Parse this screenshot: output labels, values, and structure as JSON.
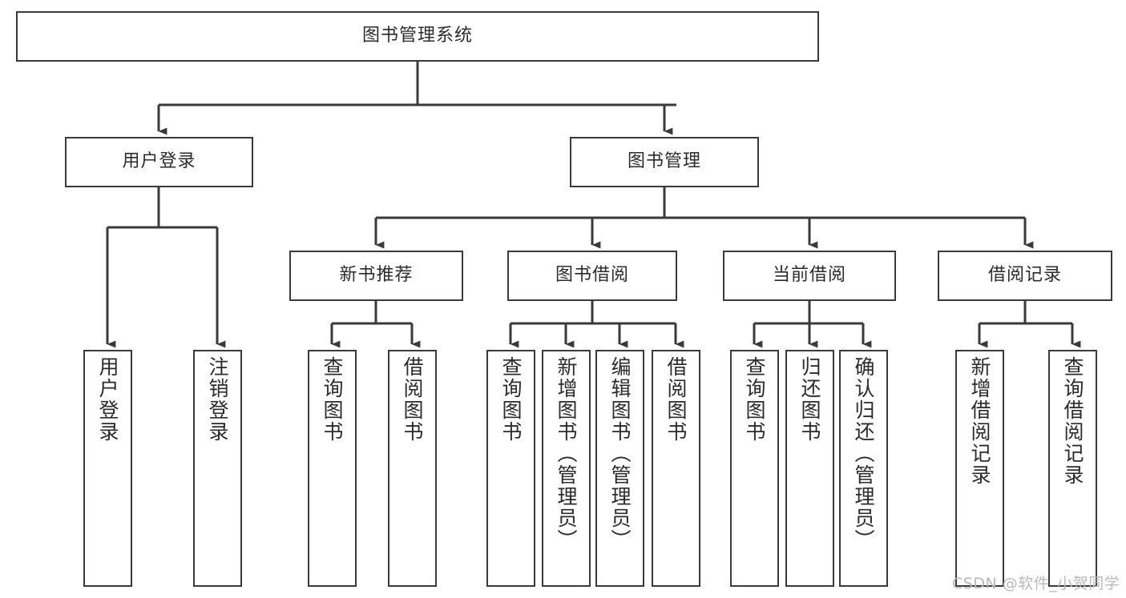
{
  "diagram": {
    "title": "图书管理系统",
    "type": "hierarchy-tree",
    "orientation": "top-down",
    "style": {
      "box_border_color": "#3a3a3a",
      "box_fill_color": "#ffffff",
      "connector_color": "#3a3a3a",
      "text_color": "#2b2b2b",
      "background": "#ffffff"
    },
    "root": {
      "id": "root",
      "label": "图书管理系统",
      "text_orientation": "horizontal"
    },
    "level2": [
      {
        "id": "user-login",
        "label": "用户登录",
        "text_orientation": "horizontal"
      },
      {
        "id": "book-management",
        "label": "图书管理",
        "text_orientation": "horizontal"
      }
    ],
    "level3": [
      {
        "id": "new-book-recommend",
        "label": "新书推荐",
        "parent": "book-management",
        "text_orientation": "horizontal"
      },
      {
        "id": "book-borrow",
        "label": "图书借阅",
        "parent": "book-management",
        "text_orientation": "horizontal"
      },
      {
        "id": "current-borrow",
        "label": "当前借阅",
        "parent": "book-management",
        "text_orientation": "horizontal"
      },
      {
        "id": "borrow-record",
        "label": "借阅记录",
        "parent": "book-management",
        "text_orientation": "horizontal"
      }
    ],
    "leaves": [
      {
        "id": "leaf-user-login",
        "label": "用户登录",
        "parent": "user-login",
        "text_orientation": "vertical"
      },
      {
        "id": "leaf-logout-login",
        "label": "注销登录",
        "parent": "user-login",
        "text_orientation": "vertical"
      },
      {
        "id": "leaf-query-book-1",
        "label": "查询图书",
        "parent": "new-book-recommend",
        "text_orientation": "vertical"
      },
      {
        "id": "leaf-borrow-book-1",
        "label": "借阅图书",
        "parent": "new-book-recommend",
        "text_orientation": "vertical"
      },
      {
        "id": "leaf-query-book-2",
        "label": "查询图书",
        "parent": "book-borrow",
        "text_orientation": "vertical"
      },
      {
        "id": "leaf-add-book-admin",
        "label": "新增图书（管理员）",
        "parent": "book-borrow",
        "text_orientation": "vertical"
      },
      {
        "id": "leaf-edit-book-admin",
        "label": "编辑图书（管理员）",
        "parent": "book-borrow",
        "text_orientation": "vertical"
      },
      {
        "id": "leaf-borrow-book-2",
        "label": "借阅图书",
        "parent": "book-borrow",
        "text_orientation": "vertical"
      },
      {
        "id": "leaf-query-book-3",
        "label": "查询图书",
        "parent": "current-borrow",
        "text_orientation": "vertical"
      },
      {
        "id": "leaf-return-book",
        "label": "归还图书",
        "parent": "current-borrow",
        "text_orientation": "vertical"
      },
      {
        "id": "leaf-confirm-return-admin",
        "label": "确认归还（管理员）",
        "parent": "current-borrow",
        "text_orientation": "vertical"
      },
      {
        "id": "leaf-add-borrow-record",
        "label": "新增借阅记录",
        "parent": "borrow-record",
        "text_orientation": "vertical"
      },
      {
        "id": "leaf-query-borrow-record",
        "label": "查询借阅记录",
        "parent": "borrow-record",
        "text_orientation": "vertical"
      }
    ],
    "watermark": "CSDN @软件_小贺同学"
  }
}
